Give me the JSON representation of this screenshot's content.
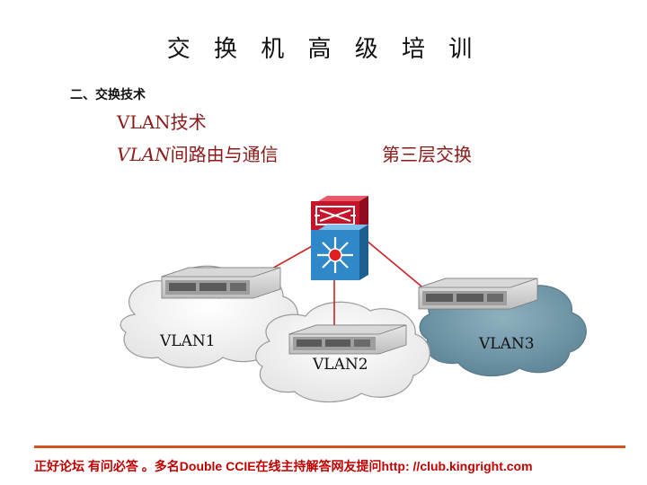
{
  "title": "交 换 机 高 级 培 训",
  "section": "二、交换技术",
  "topic": "VLAN技术",
  "subtopic_left": {
    "en": "VLAN",
    "zh": "间路由与通信"
  },
  "subtopic_right": "第三层交换",
  "vlans": [
    "VLAN1",
    "VLAN2",
    "VLAN3"
  ],
  "footer": "正好论坛 有问必答 。多名Double CCIE在线主持解答网友提问http: //club.kingright.com",
  "colors": {
    "accent_red": "#8b1a1a",
    "footer_red": "#c00000",
    "rule_orange": "#d2541c",
    "cloud_blue": "#6f97a8",
    "link_red": "#cc2222",
    "router_red": "#c8142a",
    "switch_blue": "#2f89c8"
  },
  "icons": [
    "router-icon",
    "layer3-switch-icon",
    "switch-icon"
  ]
}
